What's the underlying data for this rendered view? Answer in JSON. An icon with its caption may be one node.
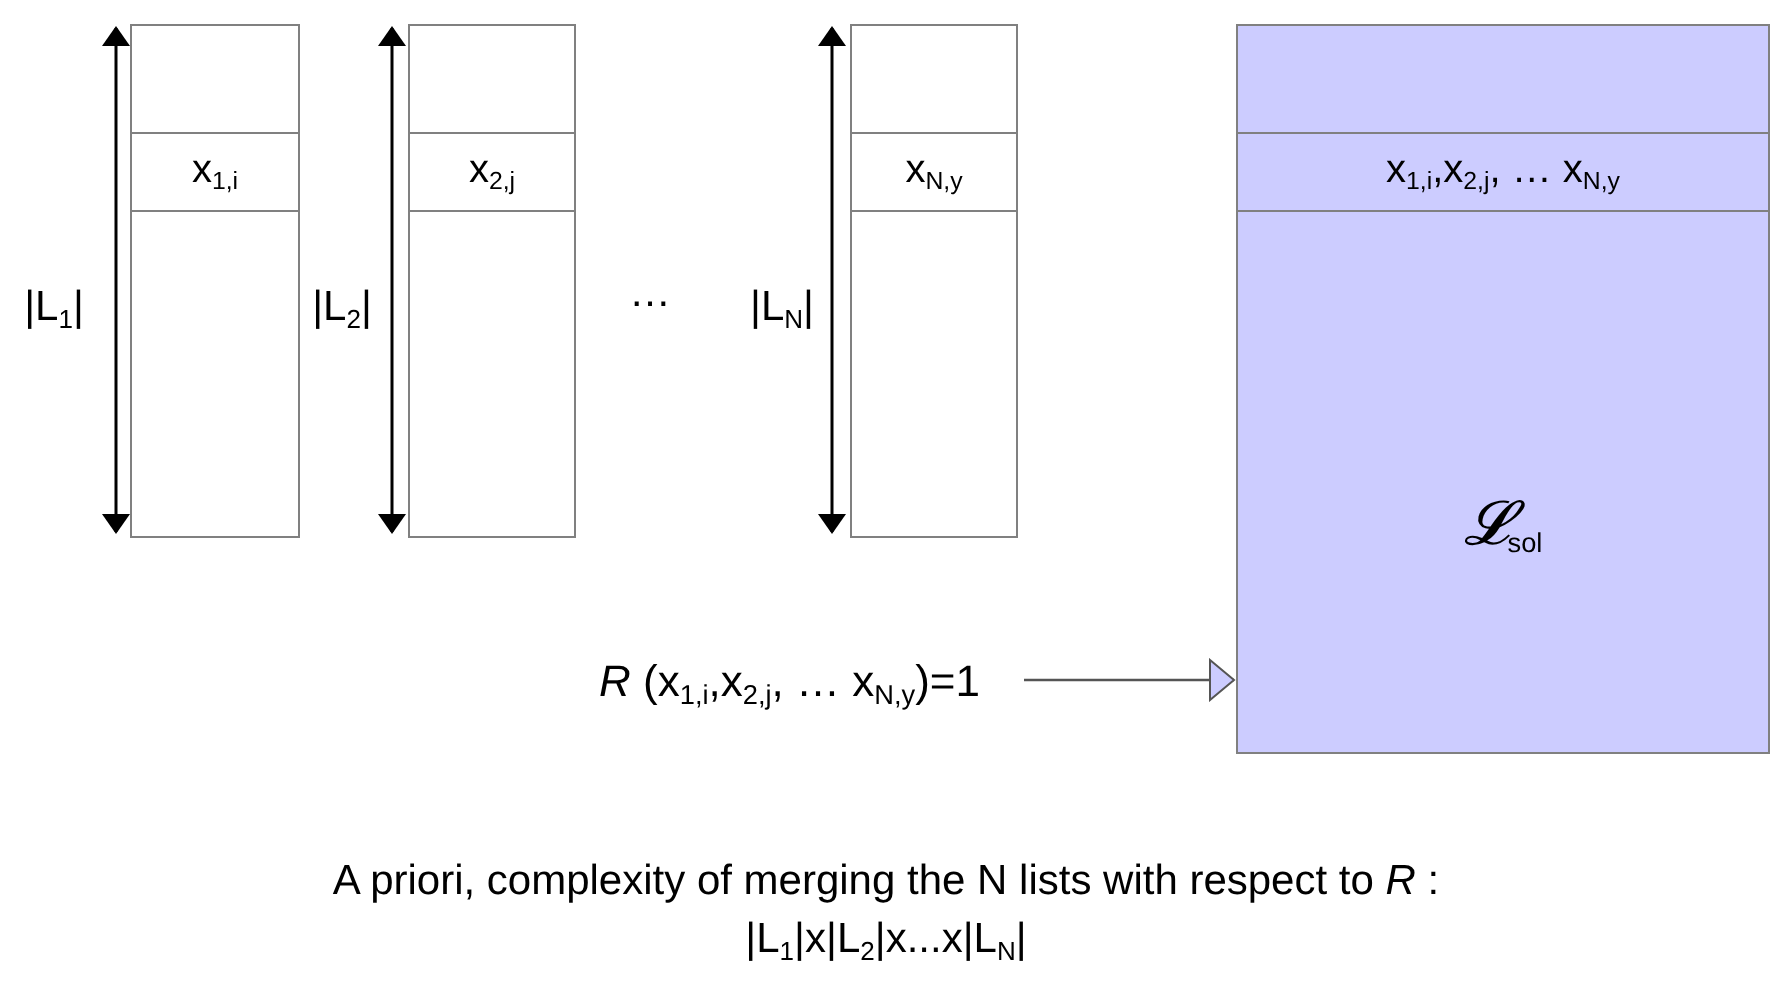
{
  "diagram": {
    "nodes": [
      {
        "text": [],
        "shape": "box"
      },
      {
        "text": [
          "x$_{1,i}$"
        ],
        "in": 0
      },
      {
        "text": [],
        "shape": "box"
      },
      {
        "text": [
          "x$_{2,j}$"
        ],
        "in": 2
      },
      {
        "text": [],
        "shape": "box"
      },
      {
        "text": [
          "x$_{N,y}$"
        ],
        "in": 4
      },
      {
        "text": [
          "𝓛$_{sol}$"
        ]
      },
      {
        "text": [
          "x$_{1,i}$,x$_{2,j}$, … x$_{N,y}$"
        ],
        "in": 6
      },
      {
        "text": [
          "*R* (x$_{1,i}$,x$_{2,j}$, … x$_{N,y}$)=1"
        ]
      }
    ],
    "edges": [
      {
        "from": 8,
        "to": 6,
        "arrow": "to"
      }
    ],
    "labels": [
      "|L$_{1}$|",
      "|L$_{2}$|",
      "…",
      "|L$_{N}$|",
      "A priori, complexity of merging the N lists with respect to *R* :",
      "|L$_{1}$|x|L$_{2}$|x...x|L$_{N}$|"
    ]
  }
}
